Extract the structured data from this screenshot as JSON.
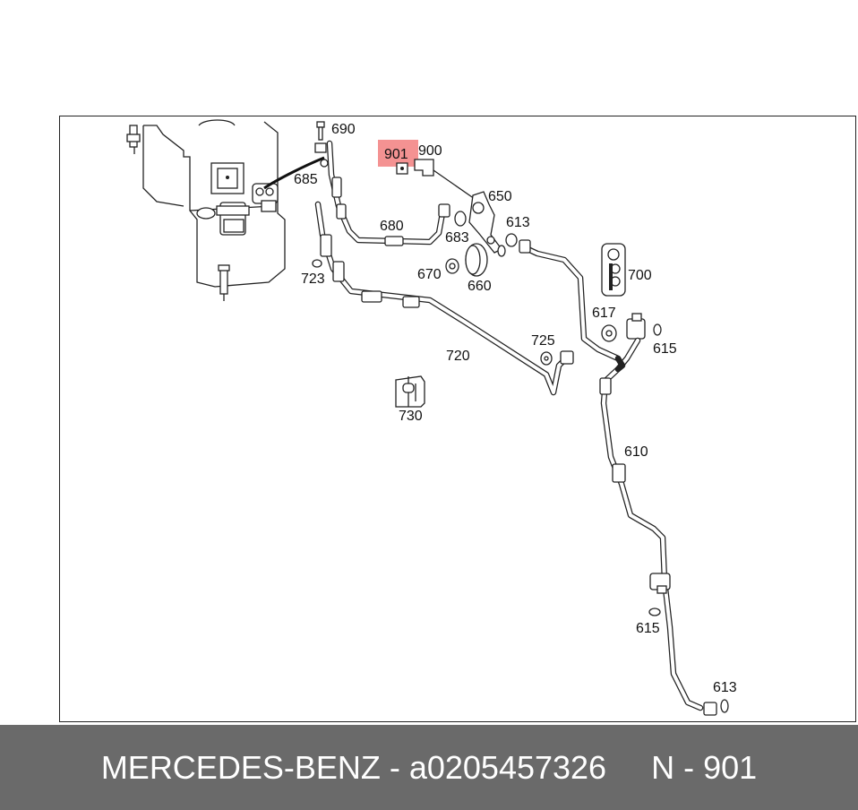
{
  "labels": {
    "l690": "690",
    "l685": "685",
    "l901": "901",
    "l900": "900",
    "l650": "650",
    "l680": "680",
    "l683": "683",
    "l613a": "613",
    "l670": "670",
    "l660": "660",
    "l700": "700",
    "l723": "723",
    "l617": "617",
    "l615a": "615",
    "l725": "725",
    "l720": "720",
    "l730": "730",
    "l610": "610",
    "l615b": "615",
    "l613b": "613"
  },
  "footer": {
    "brand": "MERCEDES-BENZ",
    "separator": " - ",
    "part_number": "a0205457326",
    "position_label": "N - 901"
  },
  "colors": {
    "highlight": "#f06e6e",
    "footer_bg": "#6a6a6a",
    "footer_text": "#ffffff"
  }
}
